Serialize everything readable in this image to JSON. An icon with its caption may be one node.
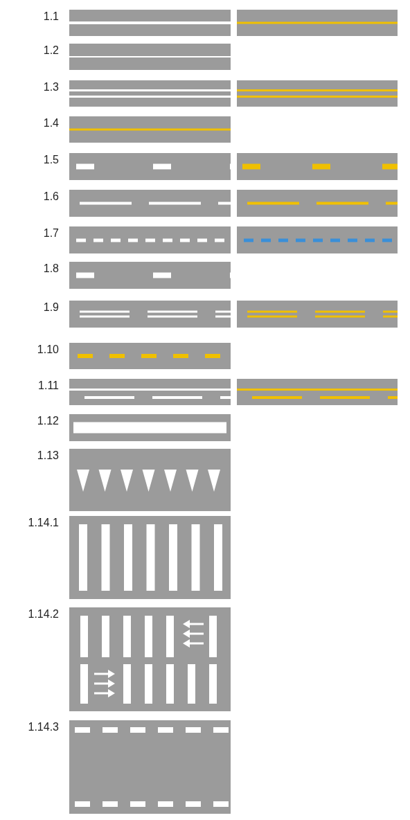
{
  "diagram": {
    "labels": [
      "1.1",
      "1.2",
      "1.3",
      "1.4",
      "1.5",
      "1.6",
      "1.7",
      "1.8",
      "1.9",
      "1.10",
      "1.11",
      "1.12",
      "1.13",
      "1.14.1",
      "1.14.2",
      "1.14.3"
    ]
  }
}
